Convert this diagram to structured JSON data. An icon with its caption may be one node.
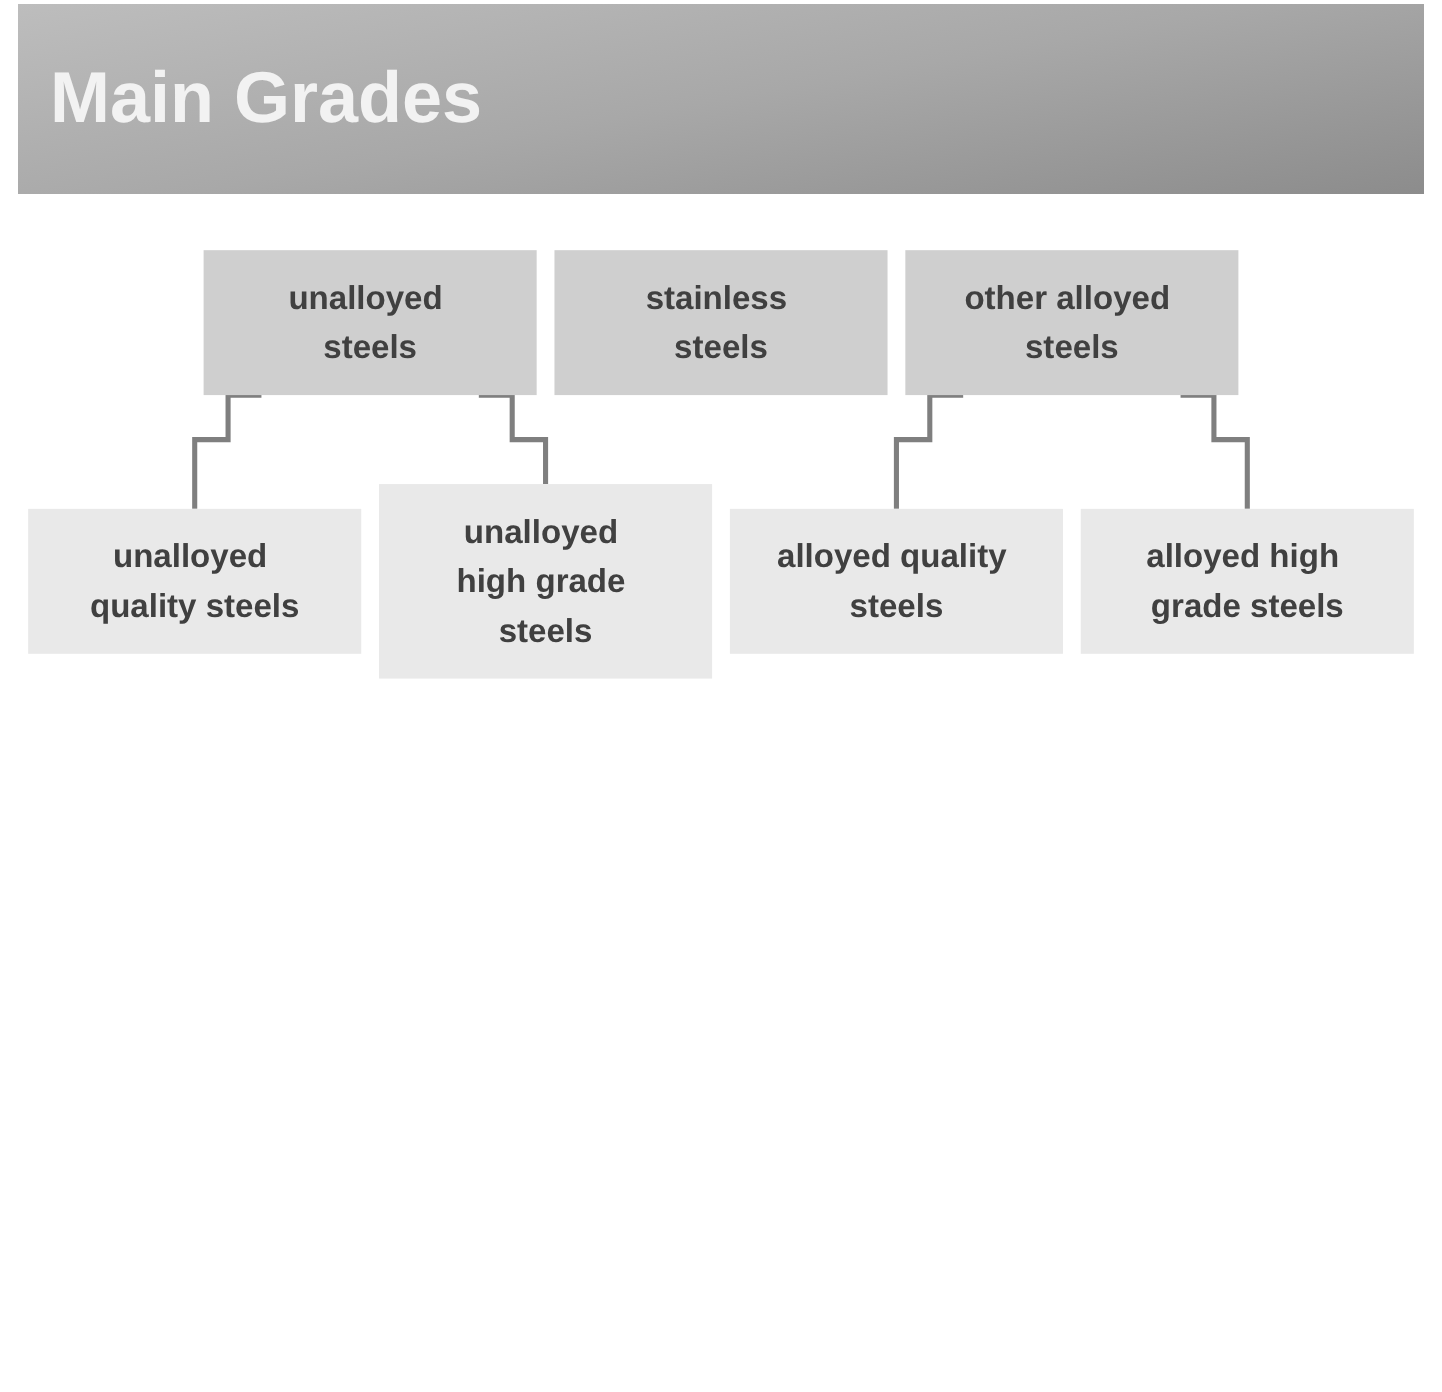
{
  "diagram": {
    "title": "Main Grades",
    "nodes": [
      {
        "text": [
          "unalloyed steels"
        ]
      },
      {
        "text": [
          "stainless steels"
        ]
      },
      {
        "text": [
          "other alloyed steels"
        ]
      },
      {
        "text": [
          "unalloyed quality steels"
        ]
      },
      {
        "text": [
          "unalloyed high grade steels"
        ]
      },
      {
        "text": [
          "alloyed quality steels"
        ]
      },
      {
        "text": [
          "alloyed high grade steels"
        ]
      }
    ],
    "edges": [
      {
        "from": 0,
        "to": 3,
        "arrow": "none"
      },
      {
        "from": 0,
        "to": 4,
        "arrow": "none"
      },
      {
        "from": 2,
        "to": 5,
        "arrow": "none"
      },
      {
        "from": 2,
        "to": 6,
        "arrow": "none"
      }
    ]
  }
}
